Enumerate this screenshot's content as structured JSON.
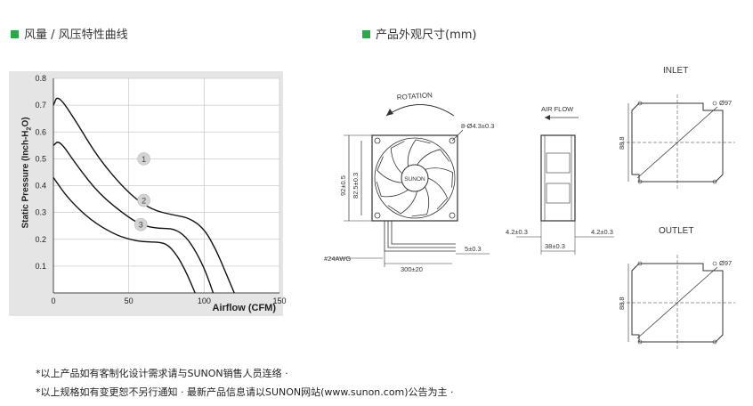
{
  "sections": {
    "left_title": "风量 / 风压特性曲线",
    "right_title": "产品外观尺寸(mm)",
    "bullet_color": "#2aa84a"
  },
  "chart_data": {
    "type": "line",
    "xlabel": "Airflow (CFM)",
    "ylabel": "Static Pressure (Inch-H2O)",
    "xlim": [
      0,
      150
    ],
    "ylim": [
      0,
      0.8
    ],
    "xticks": [
      "0",
      "50",
      "100",
      "150"
    ],
    "yticks": [
      "0.1",
      "0.2",
      "0.3",
      "0.4",
      "0.5",
      "0.6",
      "0.7",
      "0.8"
    ],
    "grid": true,
    "series": [
      {
        "name": "1",
        "x": [
          0,
          3,
          15,
          30,
          50,
          65,
          80,
          90,
          100,
          108,
          114,
          120
        ],
        "y": [
          0.7,
          0.74,
          0.64,
          0.5,
          0.37,
          0.31,
          0.29,
          0.28,
          0.24,
          0.16,
          0.08,
          0.0
        ]
      },
      {
        "name": "2",
        "x": [
          0,
          4,
          15,
          30,
          50,
          60,
          70,
          80,
          88,
          95,
          101,
          106
        ],
        "y": [
          0.55,
          0.57,
          0.48,
          0.37,
          0.28,
          0.25,
          0.24,
          0.24,
          0.21,
          0.15,
          0.08,
          0.0
        ]
      },
      {
        "name": "3",
        "x": [
          0,
          10,
          25,
          40,
          50,
          60,
          70,
          76,
          82,
          87,
          91,
          94
        ],
        "y": [
          0.43,
          0.35,
          0.27,
          0.22,
          0.2,
          0.19,
          0.19,
          0.18,
          0.14,
          0.09,
          0.04,
          0.0
        ]
      }
    ]
  },
  "drawing": {
    "rotation": "ROTATION",
    "air_flow": "AIR FLOW",
    "inlet": "INLET",
    "outlet": "OUTLET",
    "brand": "SUNON",
    "hole": "8-Ø4.3±0.3",
    "dim_92": "92±0.5",
    "dim_82_5": "82.5±0.3",
    "awg": "#24AWG",
    "lead_len": "300±20",
    "strip": "5±0.3",
    "thk_left": "4.2±0.3",
    "thk_right": "4.2±0.3",
    "depth": "38±0.3",
    "inlet_dia": "Ø97",
    "inlet_dim": "88.8",
    "outlet_dia": "Ø97",
    "outlet_dim": "88.8"
  },
  "notes": {
    "line1": "*以上产品如有客制化设计需求请与SUNON销售人员连络 ·",
    "line2": "*以上规格如有变更恕不另行通知 · 最新产品信息请以SUNON网站(www.sunon.com)公告为主 ·"
  }
}
